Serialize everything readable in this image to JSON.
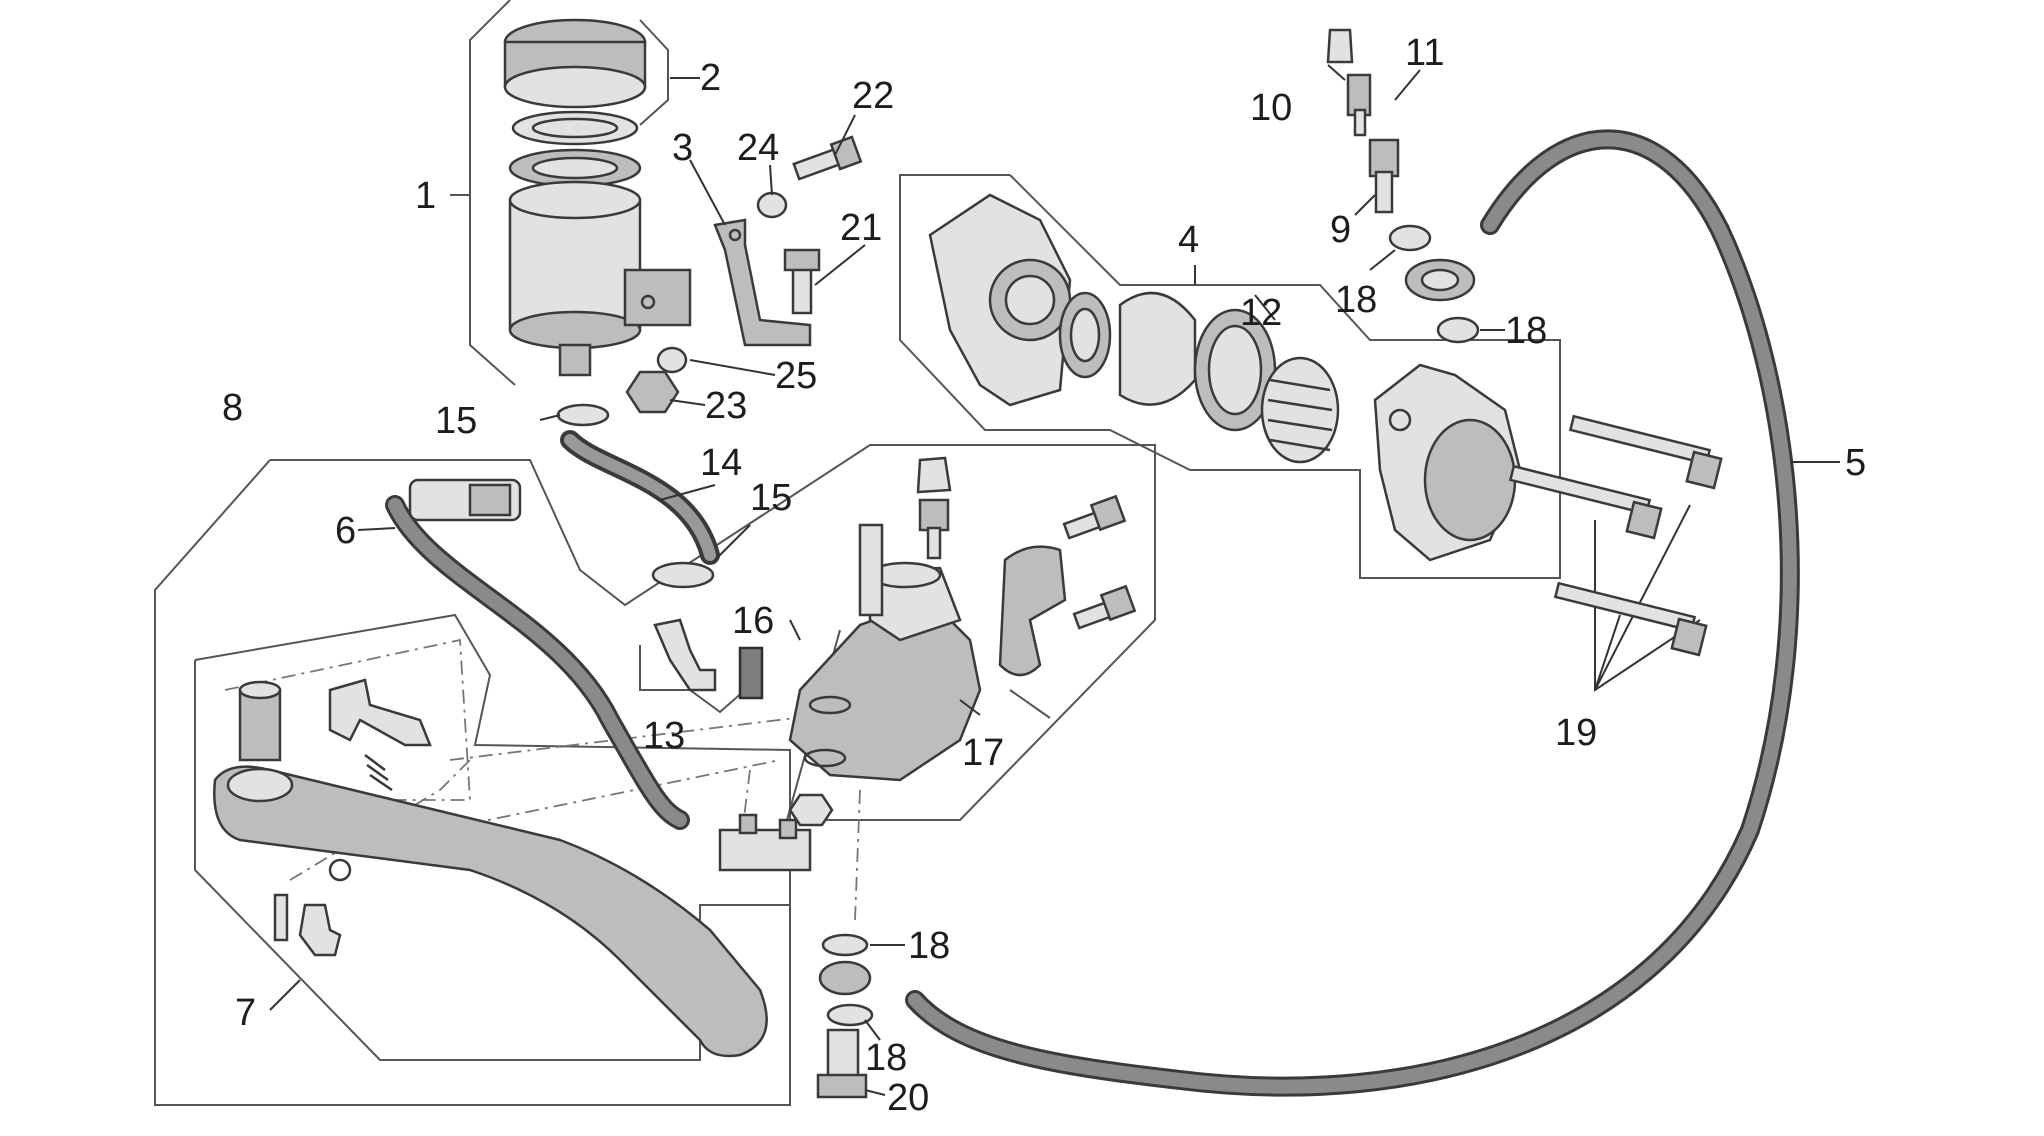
{
  "callouts": [
    {
      "id": "c1",
      "text": "1"
    },
    {
      "id": "c2",
      "text": "2"
    },
    {
      "id": "c3",
      "text": "3"
    },
    {
      "id": "c4",
      "text": "4"
    },
    {
      "id": "c5",
      "text": "5"
    },
    {
      "id": "c6",
      "text": "6"
    },
    {
      "id": "c7",
      "text": "7"
    },
    {
      "id": "c8",
      "text": "8"
    },
    {
      "id": "c9",
      "text": "9"
    },
    {
      "id": "c10",
      "text": "10"
    },
    {
      "id": "c11",
      "text": "11"
    },
    {
      "id": "c12",
      "text": "12"
    },
    {
      "id": "c13",
      "text": "13"
    },
    {
      "id": "c14",
      "text": "14"
    },
    {
      "id": "c15a",
      "text": "15"
    },
    {
      "id": "c15b",
      "text": "15"
    },
    {
      "id": "c16",
      "text": "16"
    },
    {
      "id": "c17",
      "text": "17"
    },
    {
      "id": "c18a",
      "text": "18"
    },
    {
      "id": "c18b",
      "text": "18"
    },
    {
      "id": "c18c",
      "text": "18"
    },
    {
      "id": "c18d",
      "text": "18"
    },
    {
      "id": "c19",
      "text": "19"
    },
    {
      "id": "c20",
      "text": "20"
    },
    {
      "id": "c21",
      "text": "21"
    },
    {
      "id": "c22",
      "text": "22"
    },
    {
      "id": "c23",
      "text": "23"
    },
    {
      "id": "c24",
      "text": "24"
    },
    {
      "id": "c25",
      "text": "25"
    }
  ],
  "colors": {
    "line": "#333333",
    "part_fill": "#bdbdbd",
    "background": "#ffffff"
  }
}
